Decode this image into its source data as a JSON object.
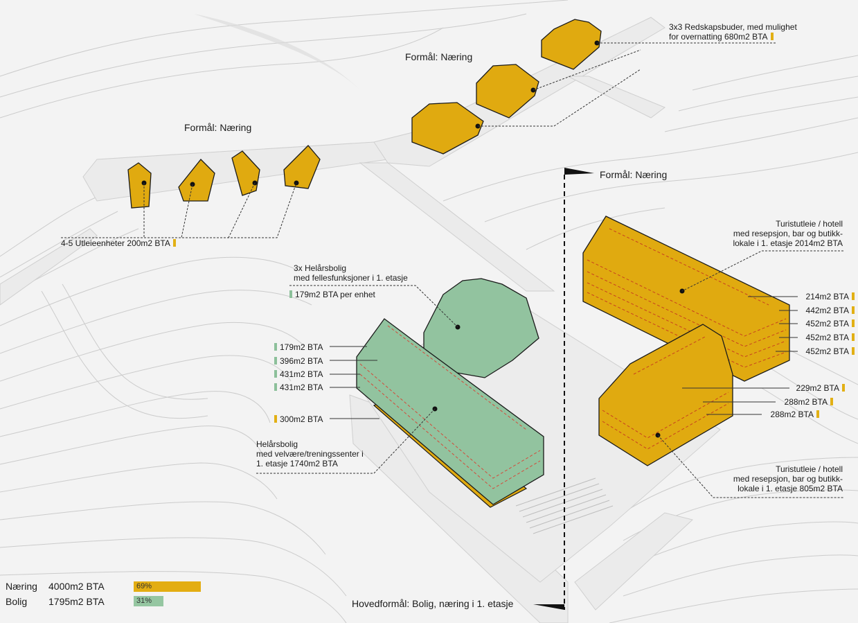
{
  "colors": {
    "naering": "#e3ad12",
    "bolig": "#95c6a1",
    "terrain": "#f3f3f3",
    "contour": "#cfcfcf",
    "road": "#e7e7e7"
  },
  "zones": {
    "naering_left": "Formål: Næring",
    "naering_top": "Formål: Næring",
    "naering_right": "Formål: Næring",
    "hovedformal": "Hovedformål: Bolig, næring i 1. etasje"
  },
  "annotations": {
    "redskapsbuder": [
      "3x3 Redskapsbuder, med mulighet",
      "for overnatting 680m2 BTA"
    ],
    "utleie": "4-5 Utleieenheter 200m2 BTA",
    "helars_3x": [
      "3x Helårsbolig",
      "med fellesfunksjoner i 1. etasje"
    ],
    "helars_per_enhet": "179m2 BTA per enhet",
    "helars_main": [
      "Helårsbolig",
      "med velvære/treningssenter i",
      "1. etasje 1740m2 BTA"
    ],
    "hotell_1": [
      "Turistutleie / hotell",
      "med resepsjon, bar og butikk-",
      "lokale i 1. etasje 2014m2 BTA"
    ],
    "hotell_2": [
      "Turistutleie / hotell",
      "med resepsjon, bar og butikk-",
      "lokale i 1. etasje 805m2 BTA"
    ]
  },
  "floors_bolig": [
    "179m2 BTA",
    "396m2 BTA",
    "431m2 BTA",
    "431m2 BTA"
  ],
  "floor_bolig_ground": "300m2 BTA",
  "floors_hotel_1": [
    "214m2 BTA",
    "442m2 BTA",
    "452m2 BTA",
    "452m2 BTA",
    "452m2 BTA"
  ],
  "floors_hotel_2": [
    "229m2 BTA",
    "288m2 BTA",
    "288m2 BTA"
  ],
  "legend": {
    "naering": {
      "label": "Næring",
      "value": "4000m2 BTA",
      "share_text": "69%",
      "share": 0.69
    },
    "bolig": {
      "label": "Bolig",
      "value": "1795m2 BTA",
      "share_text": "31%",
      "share": 0.31
    }
  }
}
